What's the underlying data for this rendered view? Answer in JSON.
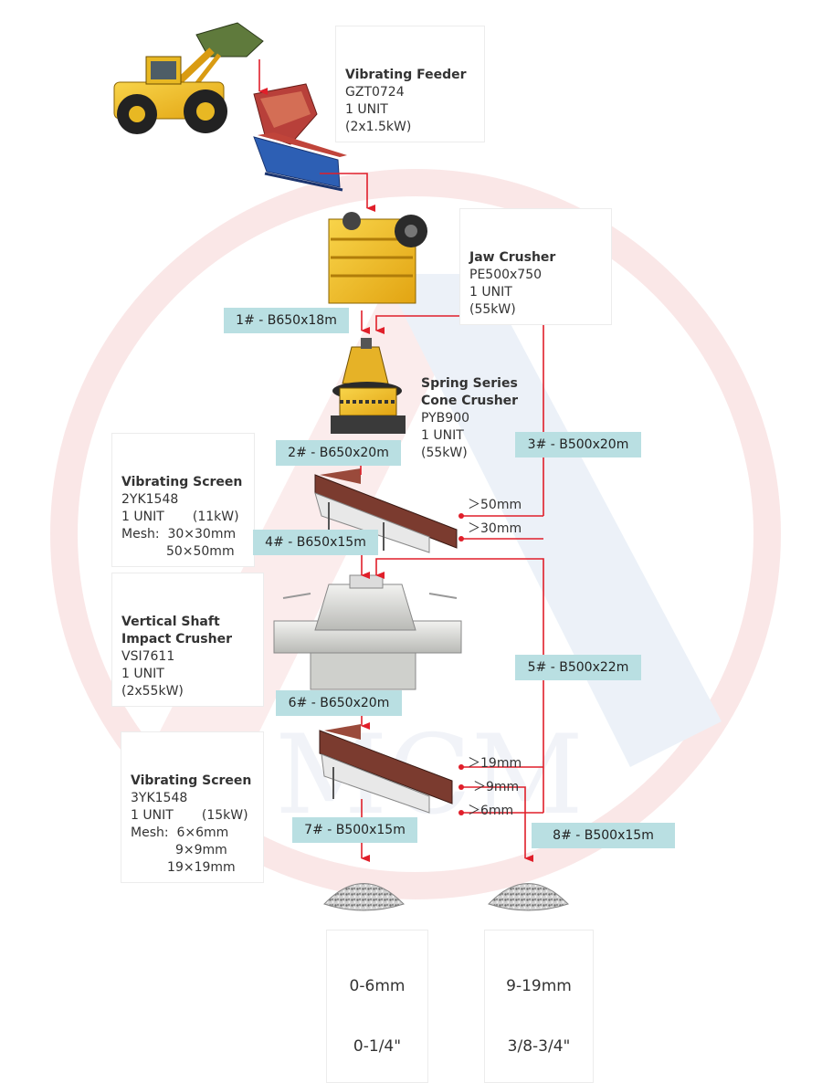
{
  "watermark": {
    "text": "MCM",
    "color": "#f4c9c9"
  },
  "colors": {
    "flow": "#e01f2a",
    "belt": "#b9dfe2"
  },
  "equipment": [
    {
      "id": "feeder",
      "title": "Vibrating Feeder",
      "lines": [
        "GZT0724",
        "1 UNIT",
        "(2x1.5kW)"
      ]
    },
    {
      "id": "jaw",
      "title": "Jaw Crusher",
      "lines": [
        "PE500x750",
        "1 UNIT",
        "(55kW)"
      ]
    },
    {
      "id": "cone",
      "title": "Spring Series\nCone Crusher",
      "lines": [
        "PYB900",
        "1 UNIT",
        "(55kW)"
      ]
    },
    {
      "id": "screen1",
      "title": "Vibrating Screen",
      "lines": [
        "2YK1548",
        "1 UNIT       (11kW)",
        "Mesh:  30×30mm",
        "           50×50mm"
      ]
    },
    {
      "id": "vsi",
      "title": "Vertical Shaft\nImpact Crusher",
      "lines": [
        "VSI7611",
        "1 UNIT",
        "(2x55kW)"
      ]
    },
    {
      "id": "screen2",
      "title": "Vibrating Screen",
      "lines": [
        "3YK1548",
        "1 UNIT       (15kW)",
        "Mesh:  6×6mm",
        "           9×9mm",
        "         19×19mm"
      ]
    }
  ],
  "belts": [
    "1# - B650x18m",
    "2# - B650x20m",
    "3# - B500x20m",
    "4# - B650x15m",
    "5# - B500x22m",
    "6# - B650x20m",
    "7# - B500x15m",
    "8# - B500x15m"
  ],
  "screen_outputs": {
    "s1": [
      "＞50mm",
      "＞30mm"
    ],
    "s2": [
      "＞19mm",
      "＞9mm",
      "＞6mm"
    ]
  },
  "products": [
    {
      "size": "0-6mm",
      "inch": "0-1/4\""
    },
    {
      "size": "9-19mm",
      "inch": "3/8-3/4\""
    }
  ]
}
